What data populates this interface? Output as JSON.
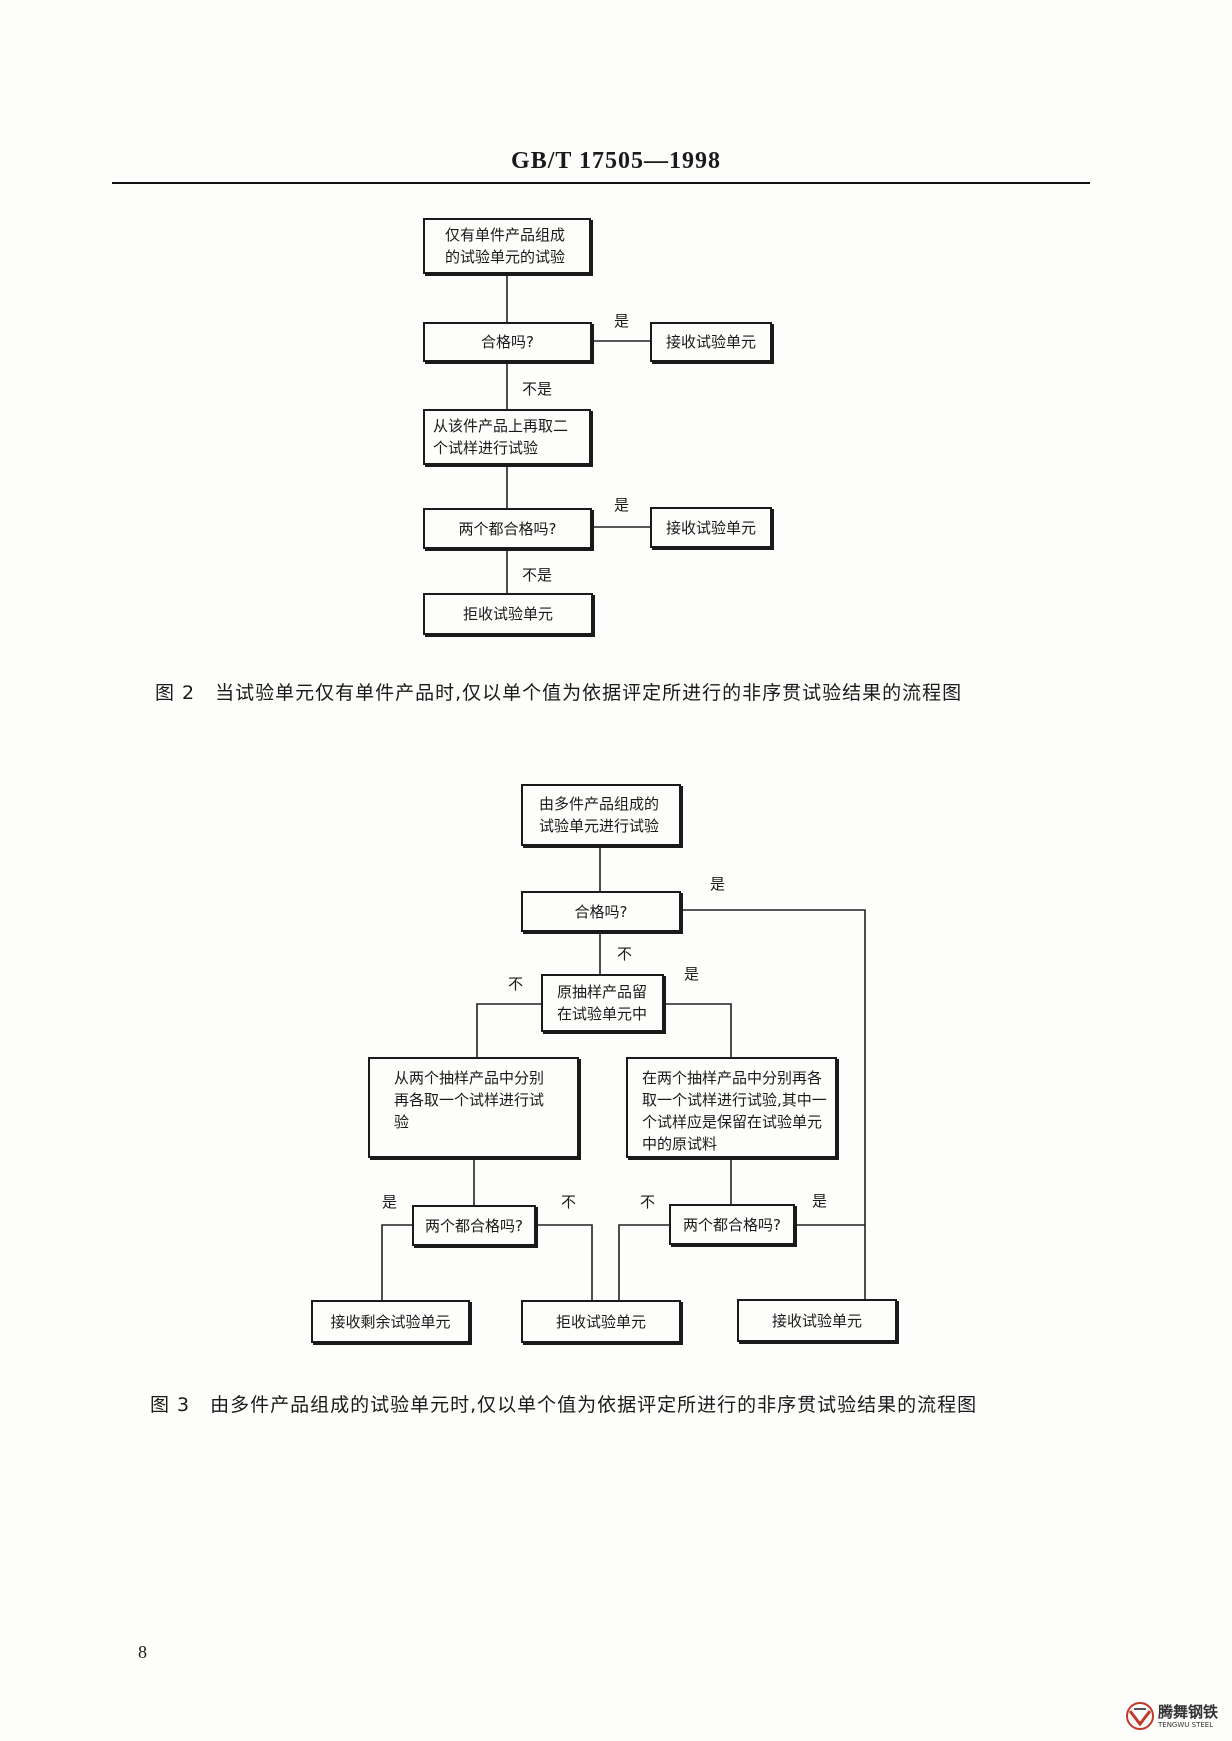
{
  "header": {
    "standard": "GB/T 17505—1998"
  },
  "figure2": {
    "start": "仅有单件产品组成的试验单元的试验",
    "q1": "合格吗?",
    "yes1": "是",
    "accept1": "接收试验单元",
    "no1": "不是",
    "retest": "从该件产品上再取二个试样进行试验",
    "q2": "两个都合格吗?",
    "yes2": "是",
    "accept2": "接收试验单元",
    "no2": "不是",
    "reject": "拒收试验单元",
    "caption": "图 2　当试验单元仅有单件产品时,仅以单个值为依据评定所进行的非序贯试验结果的流程图"
  },
  "figure3": {
    "start": "由多件产品组成的试验单元进行试验",
    "q1": "合格吗?",
    "yes_top": "是",
    "no_top": "不",
    "q_retained": "原抽样产品留在试验单元中",
    "no_left": "不",
    "yes_right": "是",
    "left_retest": "从两个抽样产品中分别再各取一个试样进行试验",
    "right_retest": "在两个抽样产品中分别再各取一个试样进行试验,其中一个试样应是保留在试验单元中的原试料",
    "left_q": "两个都合格吗?",
    "left_yes": "是",
    "left_no": "不",
    "right_q": "两个都合格吗?",
    "right_no": "不",
    "right_yes": "是",
    "accept_rest": "接收剩余试验单元",
    "reject": "拒收试验单元",
    "accept": "接收试验单元",
    "caption": "图 3　由多件产品组成的试验单元时,仅以单个值为依据评定所进行的非序贯试验结果的流程图"
  },
  "page_number": "8",
  "logo": {
    "brand": "腾舞钢铁",
    "brand_en": "TENGWU STEEL"
  }
}
